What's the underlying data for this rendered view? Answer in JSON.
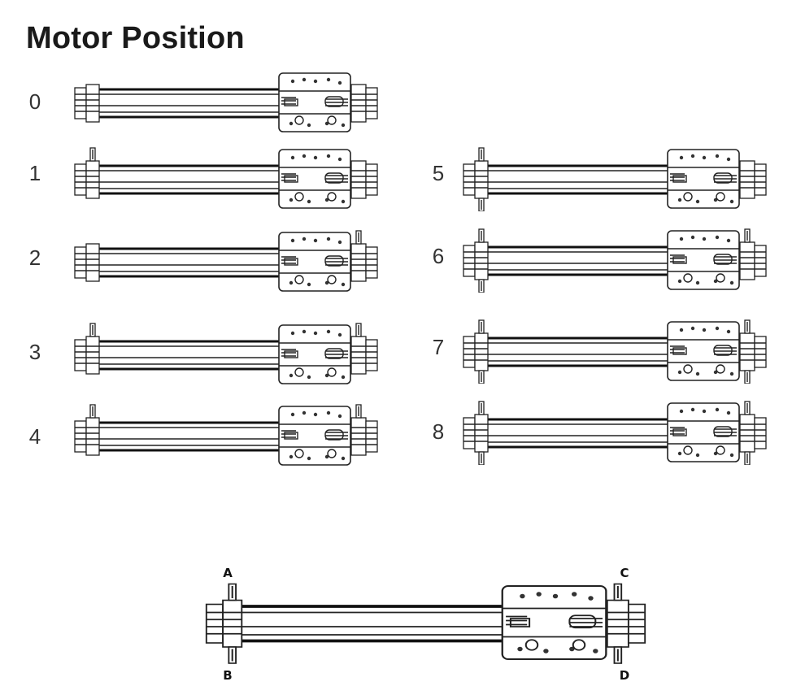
{
  "title": "Motor Position",
  "positions": [
    {
      "label": "0",
      "motors": []
    },
    {
      "label": "1",
      "motors": [
        "A"
      ]
    },
    {
      "label": "2",
      "motors": [
        "C"
      ]
    },
    {
      "label": "3",
      "motors": [
        "A",
        "C"
      ]
    },
    {
      "label": "4",
      "motors": [
        "A",
        "C"
      ]
    },
    {
      "label": "5",
      "motors": [
        "A",
        "B"
      ]
    },
    {
      "label": "6",
      "motors": [
        "A",
        "B",
        "C"
      ]
    },
    {
      "label": "7",
      "motors": [
        "A",
        "B",
        "C",
        "D"
      ]
    },
    {
      "label": "8",
      "motors": [
        "A",
        "B",
        "C",
        "D"
      ]
    }
  ],
  "reference": {
    "corner_labels": [
      "A",
      "B",
      "C",
      "D"
    ]
  }
}
